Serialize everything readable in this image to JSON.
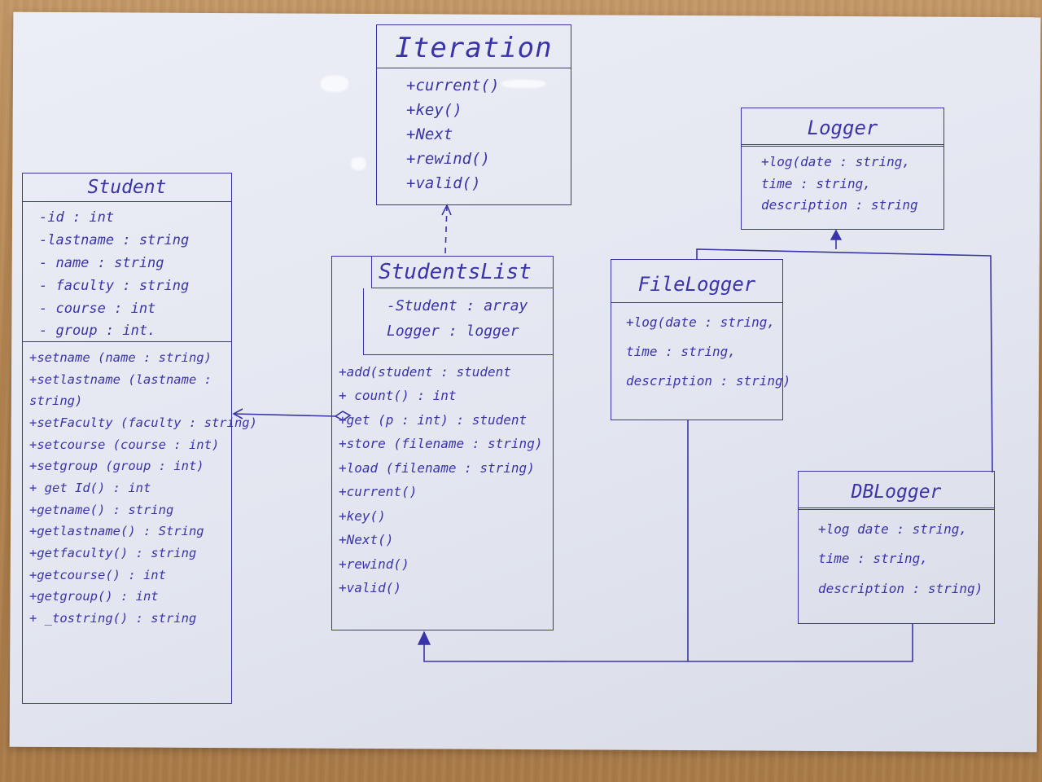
{
  "classes": {
    "iteration": {
      "name": "Iteration",
      "attributes": [],
      "methods": [
        "+current()",
        "+key()",
        "+Next",
        "+rewind()",
        "+valid()"
      ]
    },
    "student": {
      "name": "Student",
      "attributes": [
        "-id : int",
        "-lastname : string",
        "- name : string",
        "- faculty : string",
        "- course : int",
        "- group : int."
      ],
      "methods": [
        "+setname (name : string)",
        "+setlastname (lastname :",
        "string)",
        "+setFaculty (faculty : string)",
        "+setcourse (course : int)",
        "+setgroup (group : int)",
        "+ get Id() : int",
        "+getname() : string",
        "+getlastname() : String",
        "+getfaculty() : string",
        "+getcourse() : int",
        "+getgroup() : int",
        "+ _tostring() : string"
      ]
    },
    "studentslist": {
      "name": "StudentsList",
      "attributes": [
        "-Student : array",
        "Logger : logger"
      ],
      "methods": [
        "+add(student : student",
        "+ count() : int",
        "+get (p : int) : student",
        "+store (filename : string)",
        "+load (filename : string)",
        "+current()",
        "+key()",
        "+Next()",
        "+rewind()",
        "+valid()"
      ]
    },
    "logger": {
      "name": "Logger",
      "attributes": [],
      "methods": [
        "+log(date : string,",
        "time : string,",
        "description : string"
      ]
    },
    "filelogger": {
      "name": "FileLogger",
      "attributes": [],
      "methods": [
        "+log(date : string,",
        "time : string,",
        "description : string)"
      ]
    },
    "dblogger": {
      "name": "DBLogger",
      "attributes": [],
      "methods": [
        "+log date : string,",
        "time : string,",
        "description : string)"
      ]
    }
  },
  "colors": {
    "ink": "#3a34a8",
    "paper": "#e4e7f1",
    "desk": "#b58a5a"
  }
}
